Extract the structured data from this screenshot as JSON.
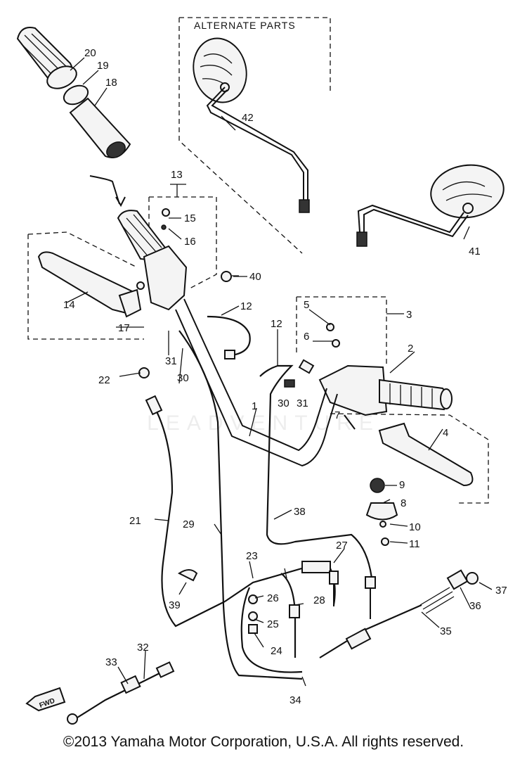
{
  "diagram": {
    "alternate_parts_label": "ALTERNATE PARTS",
    "fwd_label": "FWD",
    "callouts": {
      "c1": "1",
      "c2": "2",
      "c3": "3",
      "c4": "4",
      "c5": "5",
      "c6": "6",
      "c7": "7",
      "c8": "8",
      "c9": "9",
      "c10": "10",
      "c11": "11",
      "c12a": "12",
      "c12b": "12",
      "c13": "13",
      "c14": "14",
      "c15": "15",
      "c16": "16",
      "c17": "17",
      "c18": "18",
      "c19": "19",
      "c20": "20",
      "c21": "21",
      "c22": "22",
      "c23": "23",
      "c24": "24",
      "c25": "25",
      "c26": "26",
      "c27": "27",
      "c28": "28",
      "c29": "29",
      "c30a": "30",
      "c30b": "30",
      "c31a": "31",
      "c31b": "31",
      "c32": "32",
      "c33": "33",
      "c34": "34",
      "c35": "35",
      "c36": "36",
      "c37": "37",
      "c38": "38",
      "c39": "39",
      "c40": "40",
      "c41": "41",
      "c42": "42"
    }
  },
  "footer": {
    "copyright": "©2013 Yamaha Motor Corporation, U.S.A. All rights reserved."
  }
}
